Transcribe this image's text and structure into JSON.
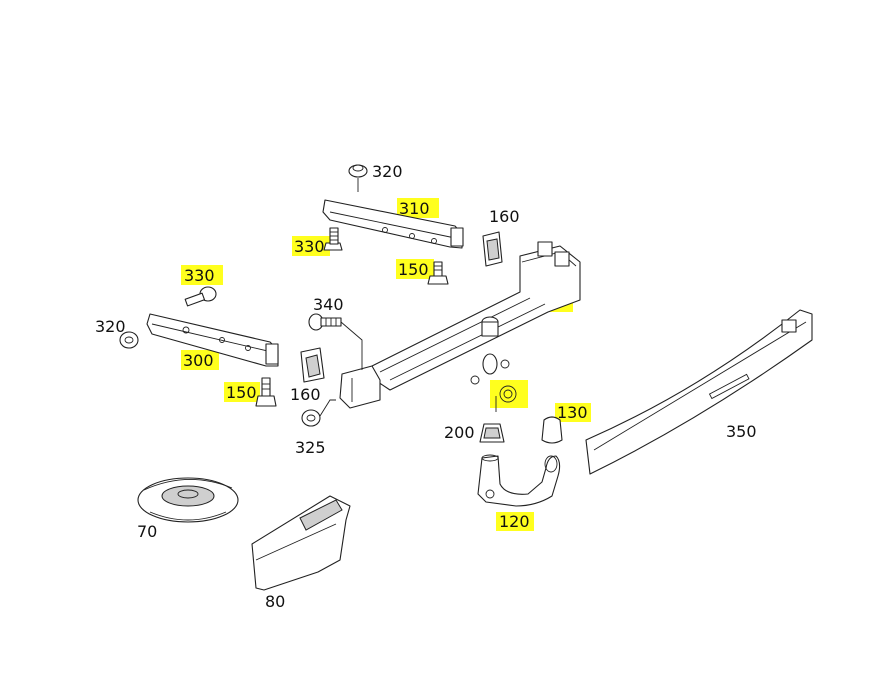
{
  "labels": {
    "l320_top": "320",
    "l310": "310",
    "l160_top": "160",
    "l330_top": "330",
    "l150_top": "150",
    "l330_left": "330",
    "l340": "340",
    "l320_left": "320",
    "l300": "300",
    "l150_left": "150",
    "l160_mid": "160",
    "l325": "325",
    "l200": "200",
    "l130": "130",
    "l350": "350",
    "l120": "120",
    "l70": "70",
    "l80": "80"
  },
  "colors": {
    "highlight": "#ffff1e",
    "line": "#222222"
  }
}
